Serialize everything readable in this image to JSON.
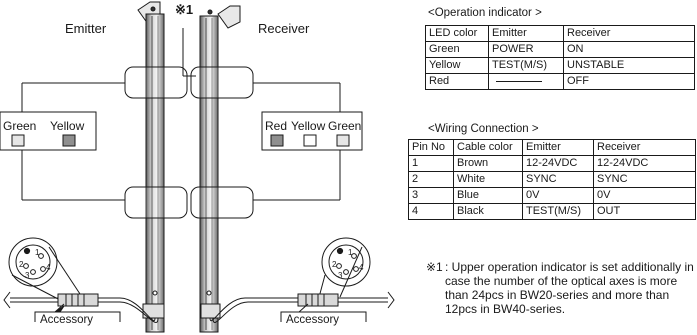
{
  "labels": {
    "emitter": "Emitter",
    "receiver": "Receiver",
    "note_marker": "※1",
    "accessory_left": "Accessory",
    "accessory_right": "Accessory"
  },
  "emitter_leds": [
    {
      "label": "Green",
      "color": "#e6e6e6"
    },
    {
      "label": "Yellow",
      "color": "#8f8f8f"
    }
  ],
  "receiver_leds": [
    {
      "label": "Red",
      "color": "#8f8f8f"
    },
    {
      "label": "Yellow",
      "color": "#ffffff"
    },
    {
      "label": "Green",
      "color": "#e6e6e6"
    }
  ],
  "operation_indicator": {
    "title": "<Operation indicator >",
    "headers": [
      "LED color",
      "Emitter",
      "Receiver"
    ],
    "rows": [
      [
        "Green",
        "POWER",
        "ON"
      ],
      [
        "Yellow",
        "TEST(M/S)",
        "UNSTABLE"
      ],
      [
        "Red",
        "",
        "OFF"
      ]
    ]
  },
  "wiring": {
    "title": "<Wiring Connection >",
    "headers": [
      "Pin No",
      "Cable color",
      "Emitter",
      "Receiver"
    ],
    "rows": [
      [
        "1",
        "Brown",
        "12-24VDC",
        "12-24VDC"
      ],
      [
        "2",
        "White",
        "SYNC",
        "SYNC"
      ],
      [
        "3",
        "Blue",
        "0V",
        "0V"
      ],
      [
        "4",
        "Black",
        "TEST(M/S)",
        "OUT"
      ]
    ]
  },
  "note": {
    "marker": "※1",
    "text": ": Upper operation indicator is set additionally in case the number of the optical axes is more than 24pcs in BW20-series and more than 12pcs in BW40-series."
  },
  "connector_pins": [
    "1",
    "2",
    "3",
    "4"
  ],
  "colors": {
    "line": "#1a1a1a",
    "led_dark": "#8f8f8f",
    "led_light": "#e6e6e6"
  }
}
